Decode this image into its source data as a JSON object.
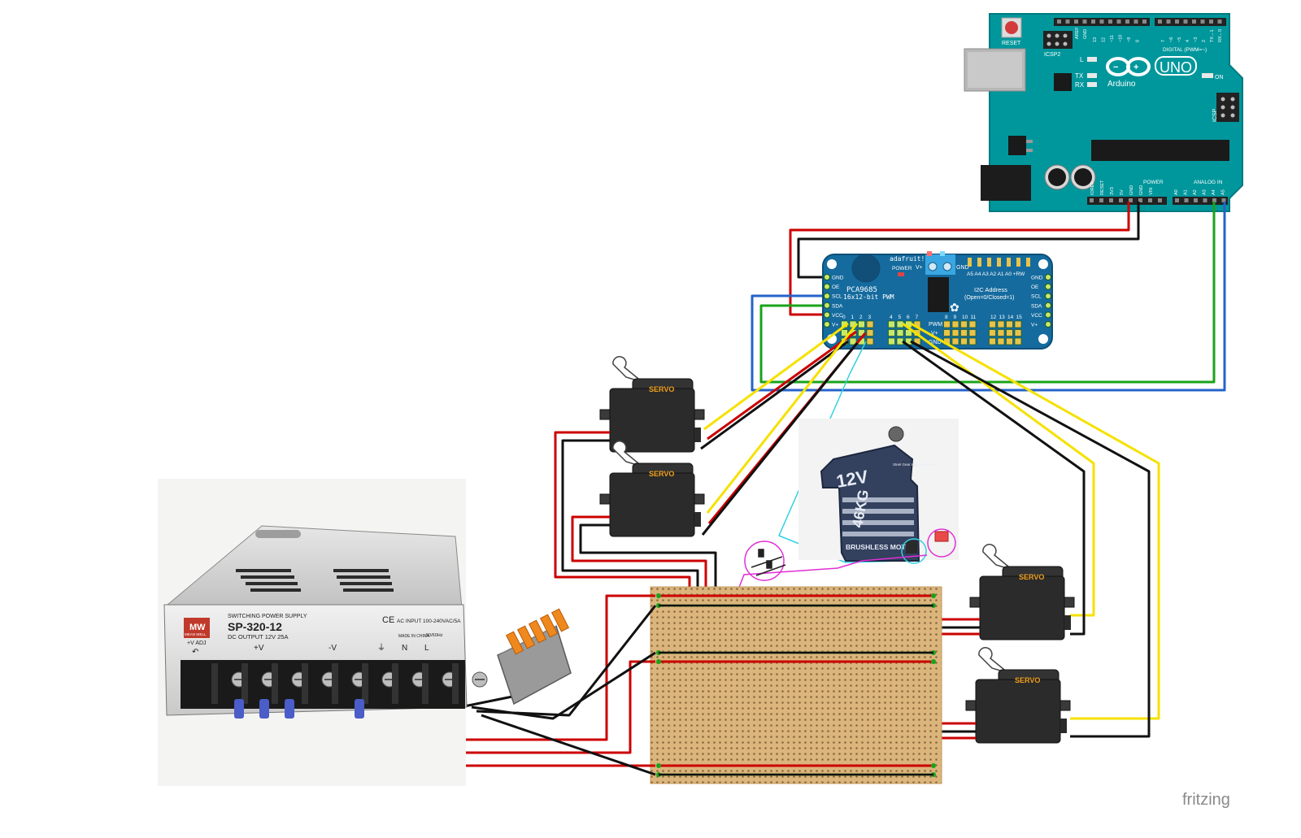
{
  "arduino": {
    "reset_label": "RESET",
    "icsp2_label": "ICSP2",
    "icsp_label": "ICSP",
    "aref_label": "AREF",
    "gnd_label": "GND",
    "digital_pin_numbers": [
      "13",
      "12",
      "~11",
      "~10",
      "~9",
      "8",
      "7",
      "~6",
      "~5",
      "4",
      "~3",
      "2",
      "TX→1",
      "RX←0"
    ],
    "digital_label": "DIGITAL (PWM=~)",
    "l_label": "L",
    "tx_label": "TX",
    "rx_label": "RX",
    "brand": "Arduino",
    "model": "UNO",
    "on_label": "ON",
    "power_label": "POWER",
    "analog_label": "ANALOG IN",
    "power_pins": [
      "IOREF",
      "RESET",
      "3V3",
      "5V",
      "GND",
      "GND",
      "VIN"
    ],
    "analog_pins": [
      "A0",
      "A1",
      "A2",
      "A3",
      "A4",
      "A5"
    ]
  },
  "pca": {
    "brand": "adafruit!",
    "power_label": "POWER",
    "v_label": "V+",
    "gnd_label": "GND",
    "title_line1": "PCA9685",
    "title_line2": "16x12-bit PWM",
    "addr_pins": "A5 A4 A3 A2 A1 A0 +RW",
    "i2c_line1": "I2C Address",
    "i2c_line2": "(Open=0/Closed=1)",
    "left_pins": [
      "GND",
      "OE",
      "SCL",
      "SDA",
      "VCC",
      "V+"
    ],
    "right_pins": [
      "GND",
      "OE",
      "SCL",
      "SDA",
      "VCC",
      "V+"
    ],
    "channel_labels": [
      "0",
      "1",
      "2",
      "3",
      "4",
      "5",
      "6",
      "7",
      "8",
      "9",
      "10",
      "11",
      "12",
      "13",
      "14",
      "15"
    ],
    "pwm_label": "PWM",
    "vplus_label": "V+",
    "gnd_short": "GND"
  },
  "servo_label": "SERVO",
  "psu": {
    "brand": "MEAN WELL",
    "title": "SWITCHING POWER SUPPLY",
    "model": "SP-320-12",
    "dc_output": "DC OUTPUT 12V 25A",
    "ac_input": "AC INPUT 100-240VAC/5A",
    "ac_freq": "50/60Hz",
    "adj_label": "+V ADJ",
    "made_in": "MADE IN CHINA",
    "terminals": [
      "+V",
      "-V",
      "⏚",
      "N",
      "L"
    ]
  },
  "brushless_servo": {
    "voltage": "12V",
    "model": "46KG",
    "tag": "BRUSHLESS MOTOR",
    "side_tag": "Steel Gear High Precision"
  },
  "watermark": "fritzing",
  "colors": {
    "arduino_blue": "#00979c",
    "pca_blue": "#156b9e",
    "wire_red": "#cc0000",
    "wire_black": "#111111",
    "wire_green": "#1aa31a",
    "wire_blue": "#2563c8",
    "wire_yellow": "#f5e100",
    "wire_cyan": "#35d0e0",
    "wire_magenta": "#e12fd6",
    "board_tan": "#d9b37a"
  }
}
